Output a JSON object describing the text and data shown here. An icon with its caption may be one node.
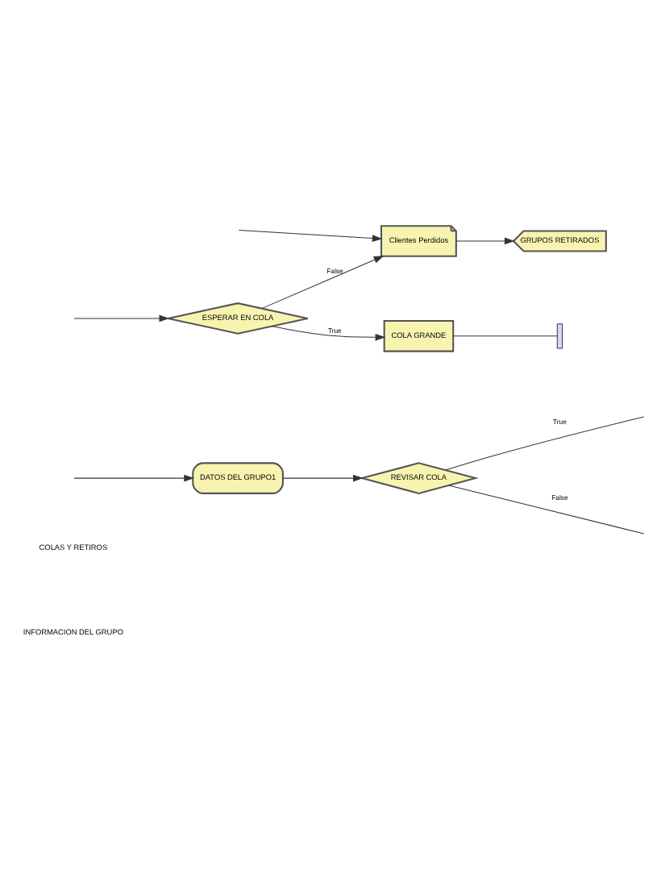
{
  "diagram": {
    "nodes": [
      {
        "text": [
          "DATOS DEL GRUPO1"
        ]
      },
      {
        "text": [
          "REVISAR COLA"
        ]
      },
      {
        "text": [
          "ESPERAR EN COLA"
        ]
      },
      {
        "text": [
          "COLA GRANDE"
        ]
      },
      {
        "text": [],
        "shape": "bar"
      },
      {
        "text": [
          "Clientes Perdidos"
        ]
      },
      {
        "text": [
          "GRUPOS RETIRADOS"
        ]
      }
    ],
    "edges": [
      {
        "from": null,
        "to": 0,
        "arrow": "to"
      },
      {
        "from": 0,
        "to": 1,
        "arrow": "to"
      },
      {
        "from": 1,
        "to": null,
        "arrow": "none",
        "label": "True"
      },
      {
        "from": 1,
        "to": null,
        "arrow": "none",
        "label": "False"
      },
      {
        "from": null,
        "to": 2,
        "arrow": "to"
      },
      {
        "from": 2,
        "to": 3,
        "arrow": "to",
        "label": "True"
      },
      {
        "from": 3,
        "to": 4,
        "arrow": "none"
      },
      {
        "from": 2,
        "to": 5,
        "arrow": "to",
        "label": "False"
      },
      {
        "from": 5,
        "to": 6,
        "arrow": "to"
      },
      {
        "from": null,
        "to": 5,
        "arrow": "to"
      }
    ],
    "labels": [
      "INFORMACION DEL GRUPO",
      "COLAS Y RETIROS"
    ]
  }
}
